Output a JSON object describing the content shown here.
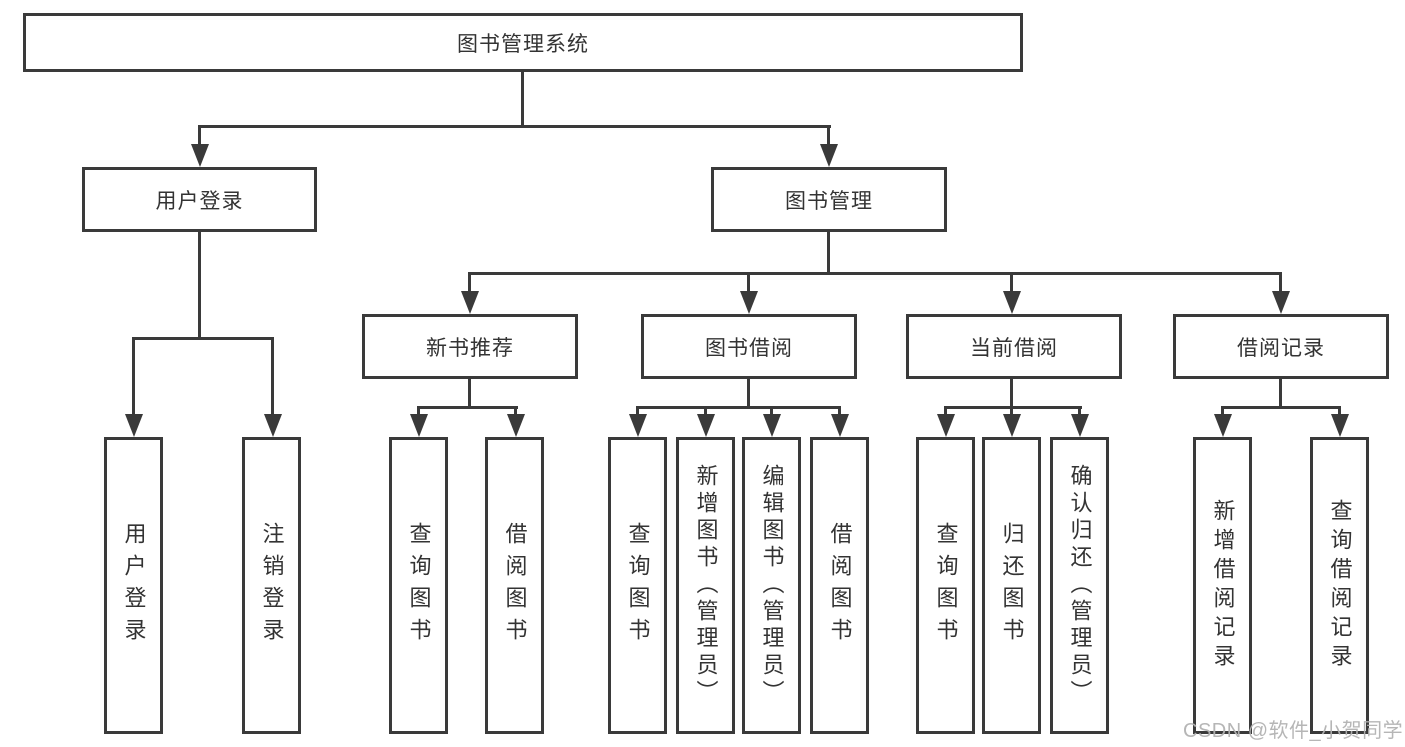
{
  "diagram": {
    "tree": {
      "root": {
        "label": "图书管理系统"
      },
      "branches": [
        {
          "label": "用户登录",
          "leaves": [
            {
              "label": "用户登录"
            },
            {
              "label": "注销登录"
            }
          ]
        },
        {
          "label": "图书管理",
          "sections": [
            {
              "label": "新书推荐",
              "leaves": [
                {
                  "label": "查询图书"
                },
                {
                  "label": "借阅图书"
                }
              ]
            },
            {
              "label": "图书借阅",
              "leaves": [
                {
                  "label": "查询图书"
                },
                {
                  "label": "新增图书（管理员）"
                },
                {
                  "label": "编辑图书（管理员）"
                },
                {
                  "label": "借阅图书"
                }
              ]
            },
            {
              "label": "当前借阅",
              "leaves": [
                {
                  "label": "查询图书"
                },
                {
                  "label": "归还图书"
                },
                {
                  "label": "确认归还（管理员）"
                }
              ]
            },
            {
              "label": "借阅记录",
              "leaves": [
                {
                  "label": "新增借阅记录"
                },
                {
                  "label": "查询借阅记录"
                }
              ]
            }
          ]
        }
      ]
    },
    "colors": {
      "line": "#3a3a3a",
      "box_border": "#3a3a3a",
      "text": "#333333",
      "background": "#ffffff",
      "watermark": "#b2b2b2"
    }
  },
  "watermark": {
    "text": "CSDN @软件_小贺同学"
  }
}
